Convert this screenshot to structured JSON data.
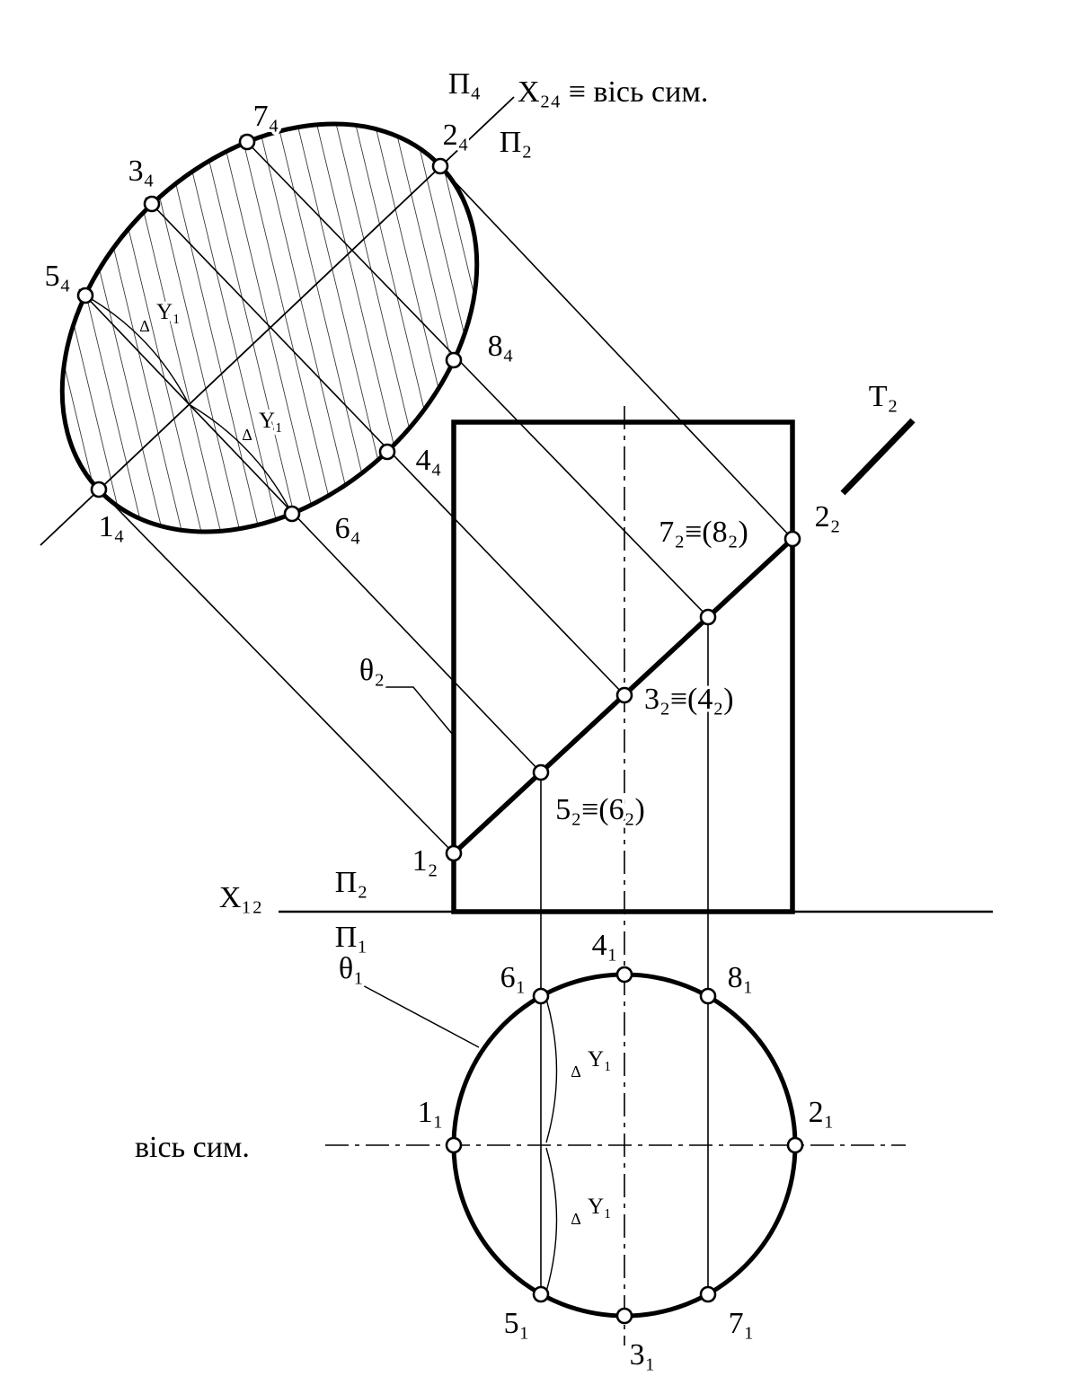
{
  "figure": {
    "ink": "#000000",
    "bg": "#ffffff"
  },
  "aux_view": {
    "plane_top_label": "П₄",
    "axis_label": "X₂₄ ≡ вісь сим.",
    "plane_bottom_label": "П₂",
    "points": {
      "p1": "1₄",
      "p2": "2₄",
      "p3": "3₄",
      "p4": "4₄",
      "p5": "5₄",
      "p6": "6₄",
      "p7": "7₄",
      "p8": "8₄"
    }
  },
  "front_view": {
    "trace_label": "T₂",
    "theta_label": "θ₂",
    "points": {
      "p1": "1₂",
      "p2": "2₂",
      "p34": "3₂≡(4₂)",
      "p56": "5₂≡(6₂)",
      "p78": "7₂≡(8₂)"
    }
  },
  "fold_axis": {
    "x_label": "X₁₂",
    "upper_plane": "П₂",
    "lower_plane": "П₁"
  },
  "top_view": {
    "theta_label": "θ₁",
    "axis_label": "вісь сим.",
    "points": {
      "p1": "1₁",
      "p2": "2₁",
      "p3": "3₁",
      "p4": "4₁",
      "p5": "5₁",
      "p6": "6₁",
      "p7": "7₁",
      "p8": "8₁"
    }
  },
  "annotations": {
    "delta": "Δ",
    "y1": "Y₁"
  }
}
